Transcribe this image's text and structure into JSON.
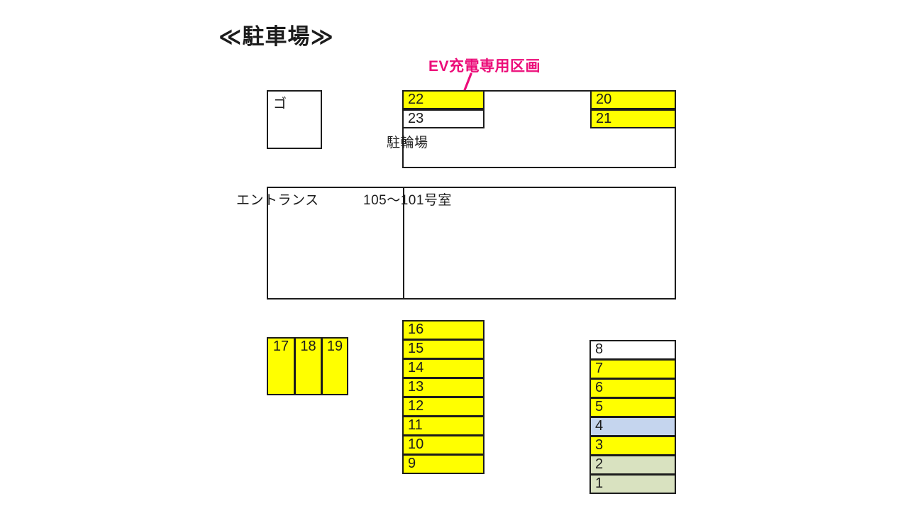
{
  "title": "≪駐車場≫",
  "callout": {
    "label": "EV充電専用区画",
    "color": "#ec0c79",
    "points_to": "22"
  },
  "colors": {
    "yellow": "#ffff00",
    "blue": "#c5d5ee",
    "green": "#d9e2c0",
    "white": "#ffffff",
    "stroke": "#1c1c1c"
  },
  "areas": {
    "trash": {
      "label": "ゴ"
    },
    "bicycle": {
      "label": "駐輪場"
    },
    "entrance": {
      "label": "エントランス"
    },
    "rooms": {
      "label": "105〜101号室"
    }
  },
  "top_row": {
    "left_stack": [
      {
        "number": "22",
        "fill": "yellow"
      },
      {
        "number": "23",
        "fill": "white"
      }
    ],
    "right_stack": [
      {
        "number": "20",
        "fill": "yellow"
      },
      {
        "number": "21",
        "fill": "yellow"
      }
    ]
  },
  "bottom_left_row": [
    {
      "number": "17",
      "fill": "yellow"
    },
    {
      "number": "18",
      "fill": "yellow"
    },
    {
      "number": "19",
      "fill": "yellow"
    }
  ],
  "middle_column": [
    {
      "number": "16",
      "fill": "yellow"
    },
    {
      "number": "15",
      "fill": "yellow"
    },
    {
      "number": "14",
      "fill": "yellow"
    },
    {
      "number": "13",
      "fill": "yellow"
    },
    {
      "number": "12",
      "fill": "yellow"
    },
    {
      "number": "11",
      "fill": "yellow"
    },
    {
      "number": "10",
      "fill": "yellow"
    },
    {
      "number": "9",
      "fill": "yellow"
    }
  ],
  "right_column": [
    {
      "number": "8",
      "fill": "white"
    },
    {
      "number": "7",
      "fill": "yellow"
    },
    {
      "number": "6",
      "fill": "yellow"
    },
    {
      "number": "5",
      "fill": "yellow"
    },
    {
      "number": "4",
      "fill": "blue"
    },
    {
      "number": "3",
      "fill": "yellow"
    },
    {
      "number": "2",
      "fill": "green"
    },
    {
      "number": "1",
      "fill": "green"
    }
  ]
}
